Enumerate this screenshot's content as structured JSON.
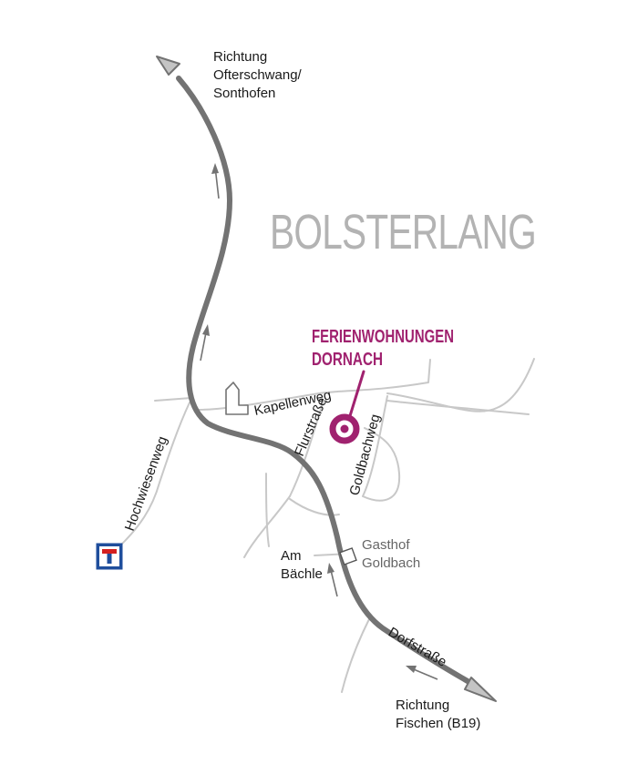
{
  "map": {
    "town_name": "BOLSTERLANG",
    "destination": {
      "line1": "FERIENWOHNUNGEN",
      "line2": "DORNACH"
    },
    "directions": {
      "north": {
        "line1": "Richtung",
        "line2": "Ofterschwang/",
        "line3": "Sonthofen"
      },
      "south": {
        "line1": "Richtung",
        "line2": "Fischen (B19)"
      }
    },
    "streets": {
      "hochwiesenweg": "Hochwiesenweg",
      "kapellenweg": "Kapellenweg",
      "flurstrasse": "Flurstraße",
      "goldbachweg": "Goldbachweg",
      "dorfstrasse": "Dorfstraße",
      "am_baechle_1": "Am",
      "am_baechle_2": "Bächle"
    },
    "landmarks": {
      "gasthof_1": "Gasthof",
      "gasthof_2": "Goldbach"
    },
    "icons": [
      "chapel-icon",
      "dead-end-sign-icon",
      "building-icon",
      "destination-marker-icon"
    ],
    "colors": {
      "main_road": "#737373",
      "side_road": "#c8c8c8",
      "town_label": "#b3b3b3",
      "destination": "#a0226f",
      "dead_end_sign": "#1f4e9c"
    }
  }
}
